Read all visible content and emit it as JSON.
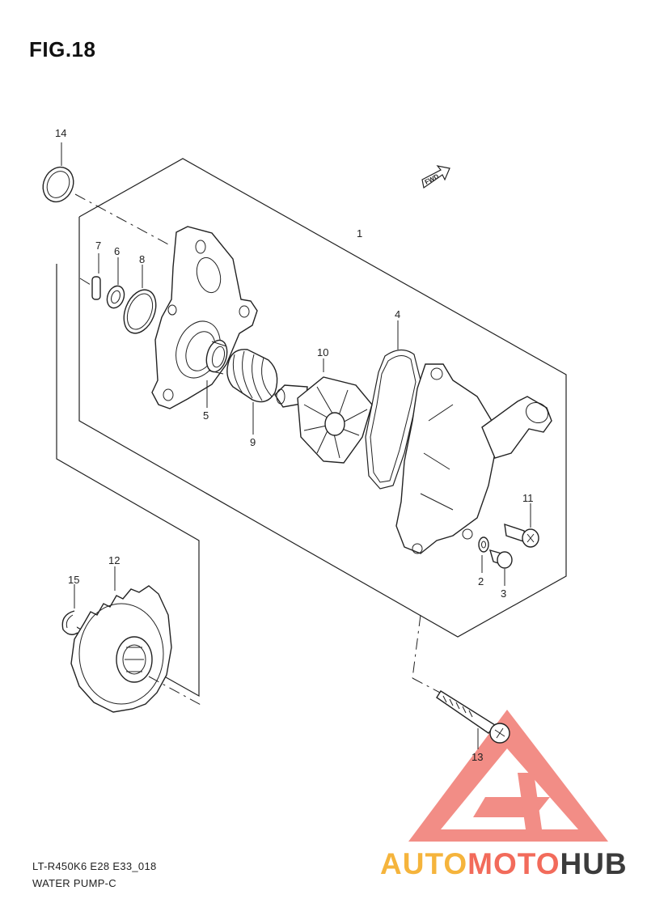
{
  "figure": {
    "title": "FIG.18",
    "drawing_code": "LT-R450K6 E28 E33_018",
    "drawing_name": "WATER PUMP-C",
    "fwd_label": "FWD"
  },
  "callouts": [
    {
      "id": "1",
      "label": "1"
    },
    {
      "id": "2",
      "label": "2"
    },
    {
      "id": "3",
      "label": "3"
    },
    {
      "id": "4",
      "label": "4"
    },
    {
      "id": "5",
      "label": "5"
    },
    {
      "id": "6",
      "label": "6"
    },
    {
      "id": "7",
      "label": "7"
    },
    {
      "id": "8",
      "label": "8"
    },
    {
      "id": "9",
      "label": "9"
    },
    {
      "id": "10",
      "label": "10"
    },
    {
      "id": "11",
      "label": "11"
    },
    {
      "id": "12",
      "label": "12"
    },
    {
      "id": "13",
      "label": "13"
    },
    {
      "id": "14",
      "label": "14"
    },
    {
      "id": "15",
      "label": "15"
    }
  ],
  "watermark": {
    "brand_part1": "AUTO",
    "brand_part2": "MOTO",
    "brand_part3": "HUB",
    "colors": {
      "part1": "#f5b43c",
      "part2": "#f26b5b",
      "part3": "#3b3b3b",
      "logo": "#f07a72"
    }
  }
}
